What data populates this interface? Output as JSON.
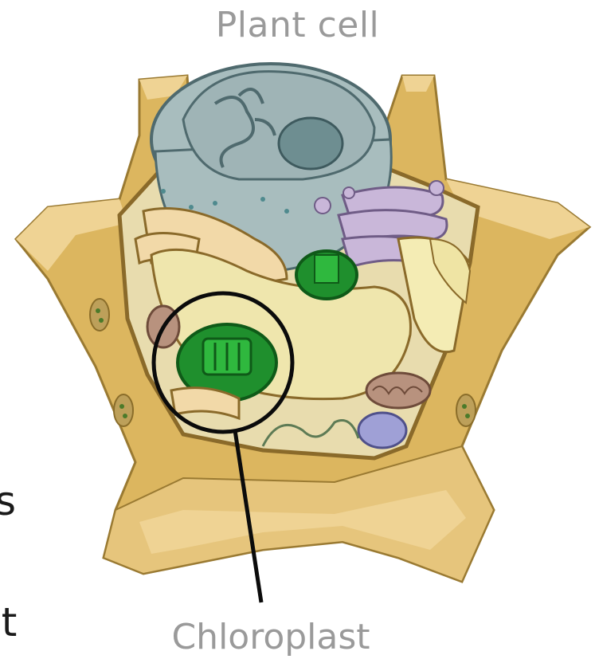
{
  "title": "Plant cell",
  "callout_label": "Chloroplast",
  "clipped_left_text": [
    "s",
    "ht"
  ],
  "colors": {
    "wall": "#dcb65f",
    "wall_light": "#efd394",
    "wall_dark": "#9a7a32",
    "cytoplasm": "#e8dcae",
    "nucleus": "#a8bdbe",
    "nucleus_edge": "#4f6a6e",
    "nucleolus": "#6e8e91",
    "vacuole": "#efe6ad",
    "golgi": "#c9b7d9",
    "chloroplast": "#1f8f2d",
    "chloroplast_dark": "#0f5a18",
    "mitochondria": "#b8927e",
    "er": "#f2d9a8",
    "callout_ring": "#0b0b0b",
    "label_gray": "#9a9a9a"
  }
}
